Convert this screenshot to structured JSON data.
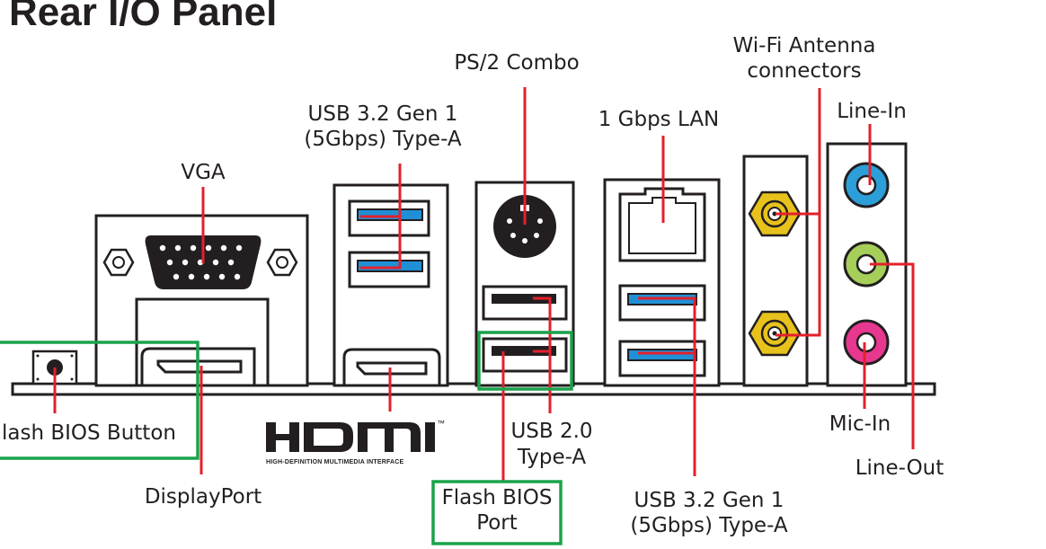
{
  "title": "Rear I/O Panel",
  "labels": {
    "vga": "VGA",
    "usb32_top_l1": "USB 3.2 Gen 1",
    "usb32_top_l2": "(5Gbps) Type-A",
    "ps2": "PS/2 Combo",
    "lan": "1 Gbps LAN",
    "wifi_l1": "Wi-Fi Antenna",
    "wifi_l2": "connectors",
    "line_in": "Line-In",
    "flash_bios_button": "lash BIOS Button",
    "displayport": "DisplayPort",
    "usb20_l1": "USB 2.0",
    "usb20_l2": "Type-A",
    "flash_bios_port_l1": "Flash BIOS",
    "flash_bios_port_l2": "Port",
    "usb32_bot_l1": "USB 3.2 Gen 1",
    "usb32_bot_l2": "(5Gbps) Type-A",
    "mic_in": "Mic-In",
    "line_out": "Line-Out"
  },
  "hdmi_logo": {
    "word": "HDMI",
    "tm": "™",
    "subtitle": "HIGH-DEFINITION MULTIMEDIA INTERFACE"
  },
  "colors": {
    "leader": "#e3202b",
    "highlight": "#1aa34a",
    "usb3_blue": "#1f8fd6",
    "line_in_blue": "#2c9fd9",
    "line_out_green": "#a6cf5a",
    "mic_pink": "#e8378f",
    "antenna_gold": "#e8c21c"
  }
}
